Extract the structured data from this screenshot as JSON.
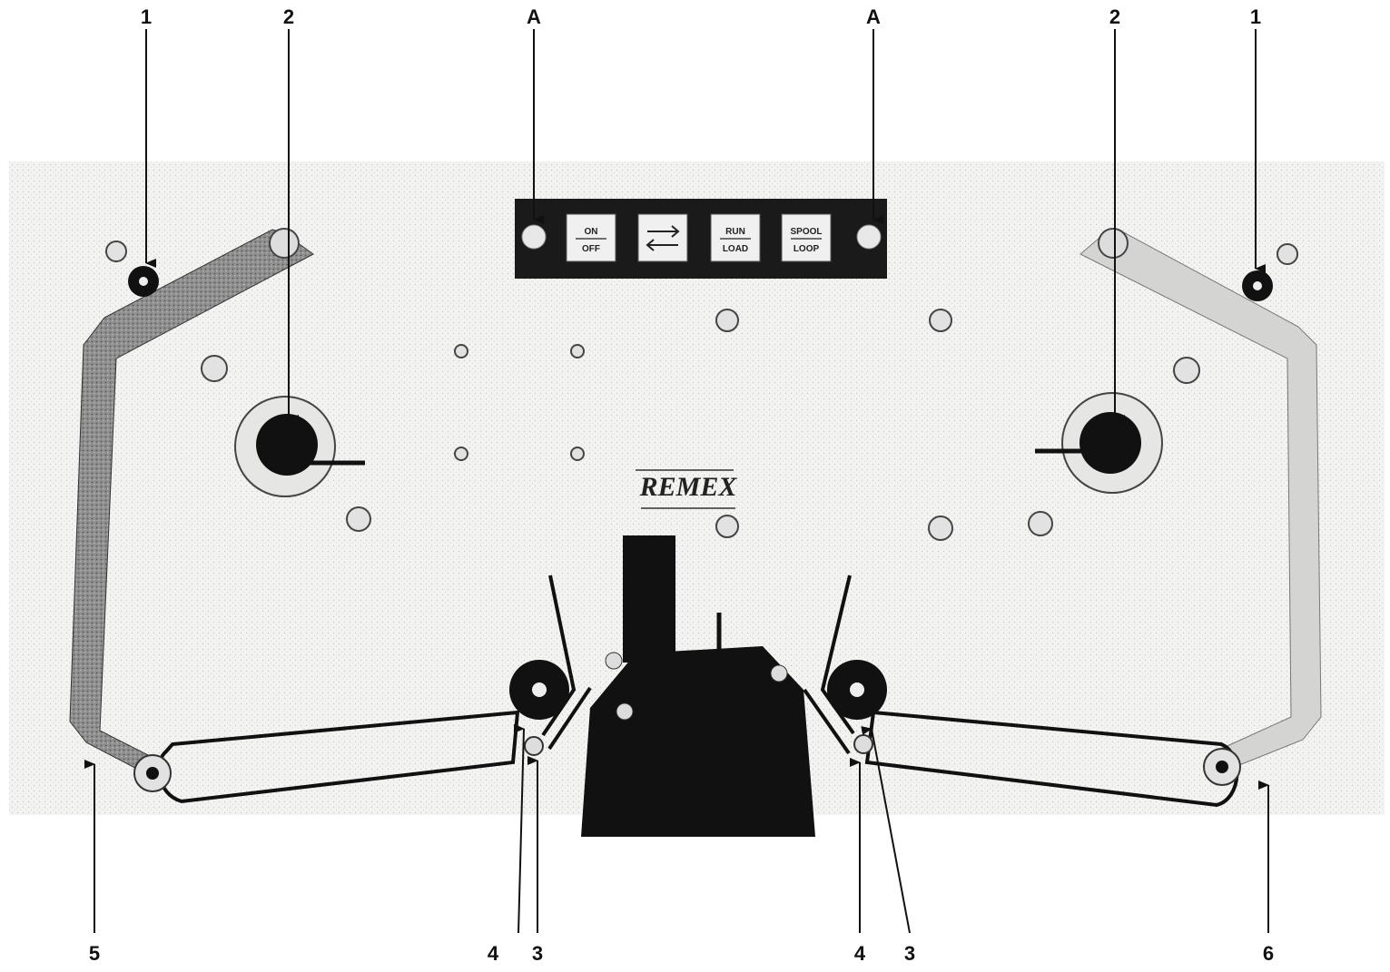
{
  "callouts": {
    "top": [
      "1",
      "2",
      "A",
      "A",
      "2",
      "1"
    ],
    "bottom": [
      "5",
      "4",
      "3",
      "4",
      "3",
      "6"
    ]
  },
  "control_panel": {
    "buttons": [
      {
        "top": "ON",
        "bottom": "OFF"
      },
      {
        "icon": "direction-arrows-icon"
      },
      {
        "top": "RUN",
        "bottom": "LOAD"
      },
      {
        "top": "SPOOL",
        "bottom": "LOOP"
      }
    ]
  },
  "brand": {
    "name": "REMEX"
  },
  "colors": {
    "ink": "#111111",
    "panel": "#f4f4f2",
    "tape": "#9a9a9a"
  }
}
